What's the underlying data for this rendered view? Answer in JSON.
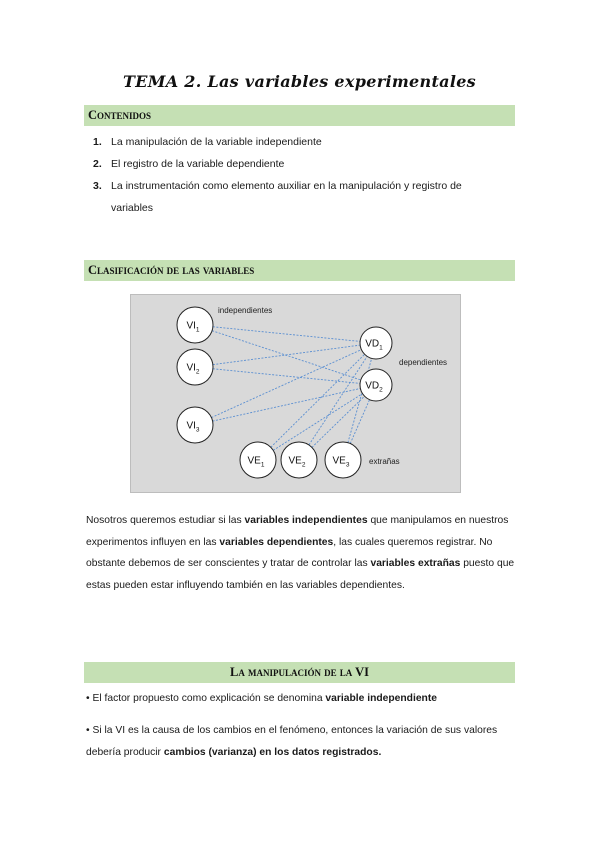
{
  "title": "TEMA 2. Las variables experimentales",
  "sections": {
    "contenidos": "Contenidos",
    "clasificacion": "Clasificación de las variables",
    "manipulacion": "La manipulación de la VI"
  },
  "contenidos_items": [
    {
      "num": "1.",
      "text": "La manipulación de la variable independiente"
    },
    {
      "num": "2.",
      "text": "El registro de la variable dependiente"
    },
    {
      "num": "3.",
      "text": "La instrumentación como elemento auxiliar en la manipulación y registro de variables"
    }
  ],
  "diagram": {
    "label_independientes": "independientes",
    "label_dependientes": "dependientes",
    "label_extranas": "extrañas",
    "vi": [
      {
        "base": "VI",
        "sub": "1"
      },
      {
        "base": "VI",
        "sub": "2"
      },
      {
        "base": "VI",
        "sub": "3"
      }
    ],
    "vd": [
      {
        "base": "VD",
        "sub": "1"
      },
      {
        "base": "VD",
        "sub": "2"
      }
    ],
    "ve": [
      {
        "base": "VE",
        "sub": "1"
      },
      {
        "base": "VE",
        "sub": "2"
      },
      {
        "base": "VE",
        "sub": "3"
      }
    ],
    "line_color": "#5b8fd1"
  },
  "paragraph1": {
    "t1": "Nosotros queremos estudiar si las ",
    "b1": "variables independientes",
    "t2": " que manipulamos en nuestros experimentos influyen en las ",
    "b2": "variables dependientes",
    "t3": ", las cuales queremos registrar. No obstante debemos de ser conscientes y tratar de controlar las ",
    "b3": "variables extrañas",
    "t4": " puesto que estas pueden estar influyendo también en las variables dependientes."
  },
  "bullet1": {
    "t1": "• El factor propuesto como explicación se denomina ",
    "b1": "variable independiente"
  },
  "bullet2": {
    "t1": "• Si la VI es la causa de los cambios en el fenómeno, entonces la variación de sus valores debería producir ",
    "b1": "cambios (varianza) en los datos registrados."
  },
  "colors": {
    "section_bg": "#c5e0b4",
    "figure_bg": "#d9d9d9"
  }
}
